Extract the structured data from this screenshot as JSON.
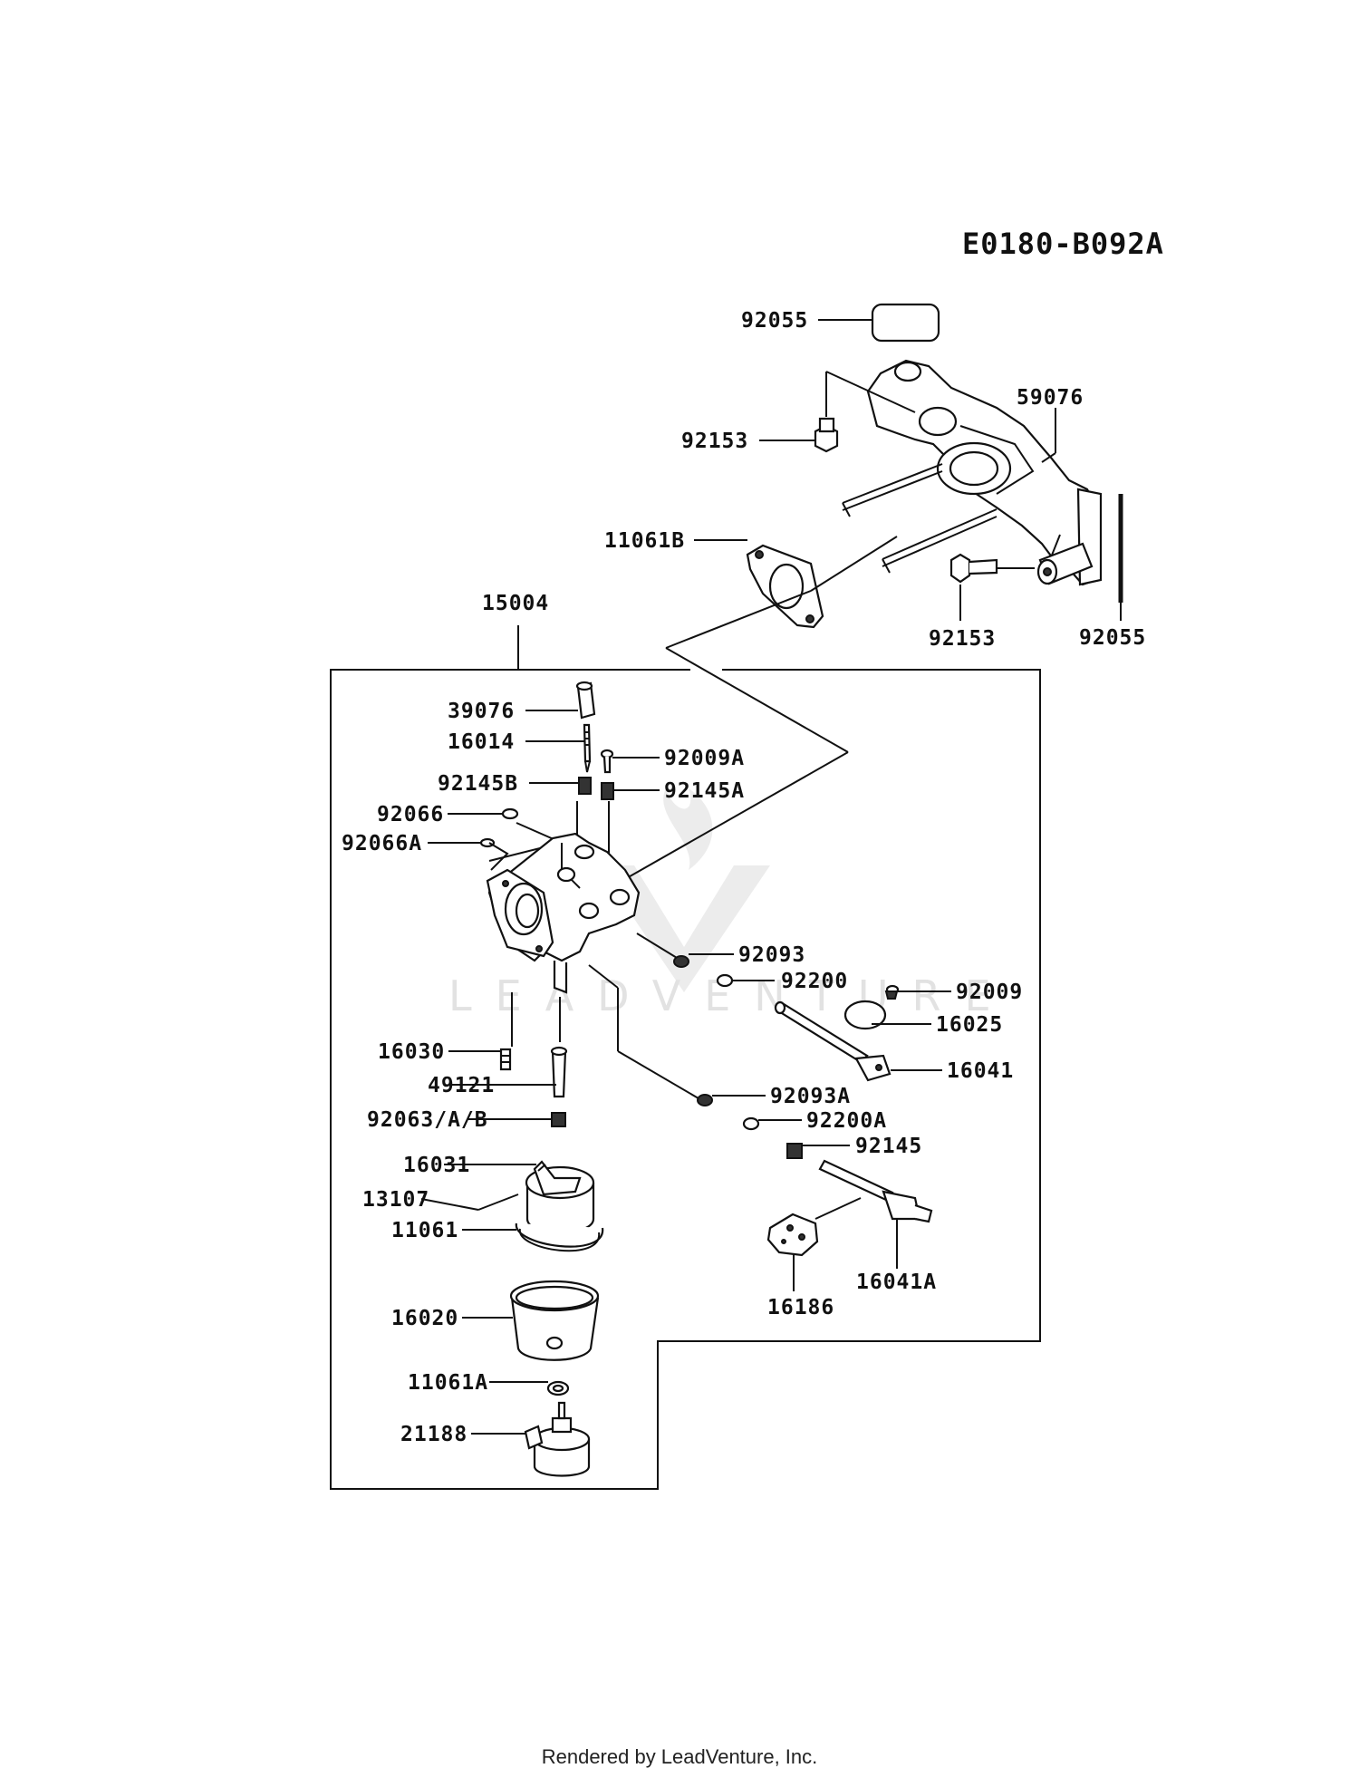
{
  "diagram_code": "E0180-B092A",
  "footer": "Rendered by LeadVenture, Inc.",
  "watermark": "LEADVENTURE",
  "callouts": [
    {
      "id": "c0",
      "text": "92055"
    },
    {
      "id": "c1",
      "text": "59076"
    },
    {
      "id": "c2",
      "text": "92153"
    },
    {
      "id": "c3",
      "text": "11061B"
    },
    {
      "id": "c4",
      "text": "15004"
    },
    {
      "id": "c5",
      "text": "92153"
    },
    {
      "id": "c6",
      "text": "92055"
    },
    {
      "id": "c7",
      "text": "39076"
    },
    {
      "id": "c8",
      "text": "16014"
    },
    {
      "id": "c9",
      "text": "92009A"
    },
    {
      "id": "c10",
      "text": "92145B"
    },
    {
      "id": "c11",
      "text": "92145A"
    },
    {
      "id": "c12",
      "text": "92066"
    },
    {
      "id": "c13",
      "text": "92066A"
    },
    {
      "id": "c14",
      "text": "92093"
    },
    {
      "id": "c15",
      "text": "92200"
    },
    {
      "id": "c16",
      "text": "92009"
    },
    {
      "id": "c17",
      "text": "16025"
    },
    {
      "id": "c18",
      "text": "16041"
    },
    {
      "id": "c19",
      "text": "16030"
    },
    {
      "id": "c20",
      "text": "49121"
    },
    {
      "id": "c21",
      "text": "92063/A/B"
    },
    {
      "id": "c22",
      "text": "92093A"
    },
    {
      "id": "c23",
      "text": "92200A"
    },
    {
      "id": "c24",
      "text": "92145"
    },
    {
      "id": "c25",
      "text": "16031"
    },
    {
      "id": "c26",
      "text": "13107"
    },
    {
      "id": "c27",
      "text": "11061"
    },
    {
      "id": "c28",
      "text": "16041A"
    },
    {
      "id": "c29",
      "text": "16186"
    },
    {
      "id": "c30",
      "text": "16020"
    },
    {
      "id": "c31",
      "text": "11061A"
    },
    {
      "id": "c32",
      "text": "21188"
    }
  ]
}
